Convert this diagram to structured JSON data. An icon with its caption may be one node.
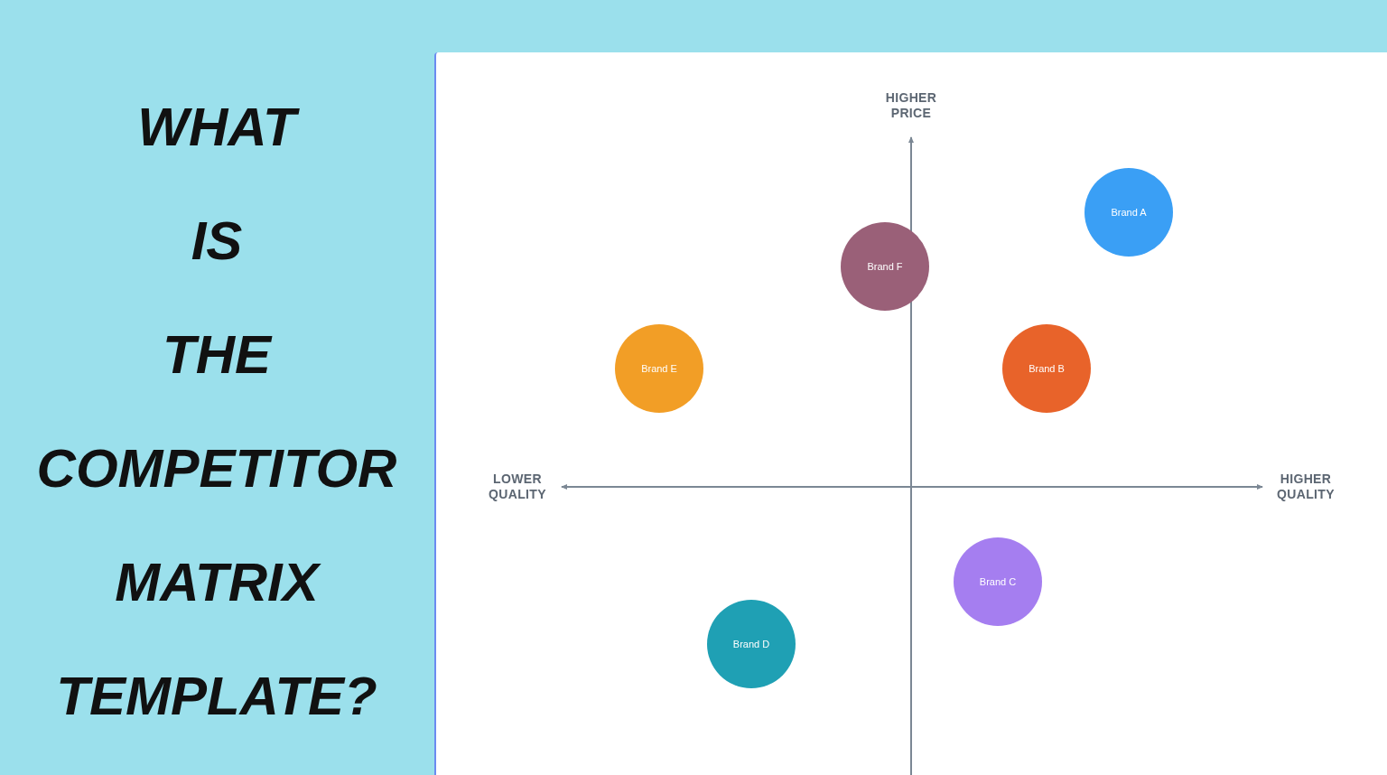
{
  "diagram": {
    "title": "WHAT IS THE COMPETITOR MATRIX TEMPLATE?",
    "nodes": [
      {
        "text": [
          "Brand A"
        ]
      },
      {
        "text": [
          "Brand F"
        ]
      },
      {
        "text": [
          "Brand E"
        ]
      },
      {
        "text": [
          "Brand B"
        ]
      },
      {
        "text": [
          "Brand C"
        ]
      },
      {
        "text": [
          "Brand D"
        ]
      }
    ],
    "labels": [
      "HIGHER PRICE",
      "LOWER QUALITY",
      "HIGHER QUALITY"
    ]
  }
}
